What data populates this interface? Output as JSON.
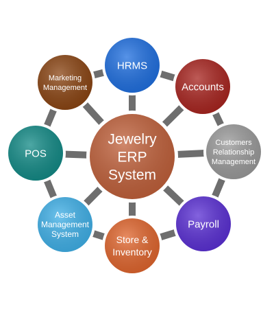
{
  "center": {
    "lines": [
      "Jewelry",
      "ERP",
      "System"
    ],
    "color": "#c0603a"
  },
  "modules": [
    {
      "id": "hrms",
      "lines": [
        "HRMS"
      ],
      "color": "#1f6fe0"
    },
    {
      "id": "accounts",
      "lines": [
        "Accounts"
      ],
      "color": "#a8241f"
    },
    {
      "id": "crm",
      "lines": [
        "Customers",
        "Relationship",
        "Management"
      ],
      "color": "#9a9a9a"
    },
    {
      "id": "payroll",
      "lines": [
        "Payroll"
      ],
      "color": "#5a2fd4"
    },
    {
      "id": "store-inventory",
      "lines": [
        "Store &",
        "Inventory"
      ],
      "color": "#e0652d"
    },
    {
      "id": "asset-management",
      "lines": [
        "Asset",
        "Management",
        "System"
      ],
      "color": "#3fb0e8"
    },
    {
      "id": "pos",
      "lines": [
        "POS"
      ],
      "color": "#128a86"
    },
    {
      "id": "marketing",
      "lines": [
        "Marketing",
        "Management"
      ],
      "color": "#8a4412"
    }
  ],
  "connector_color": "#6e6e6e"
}
